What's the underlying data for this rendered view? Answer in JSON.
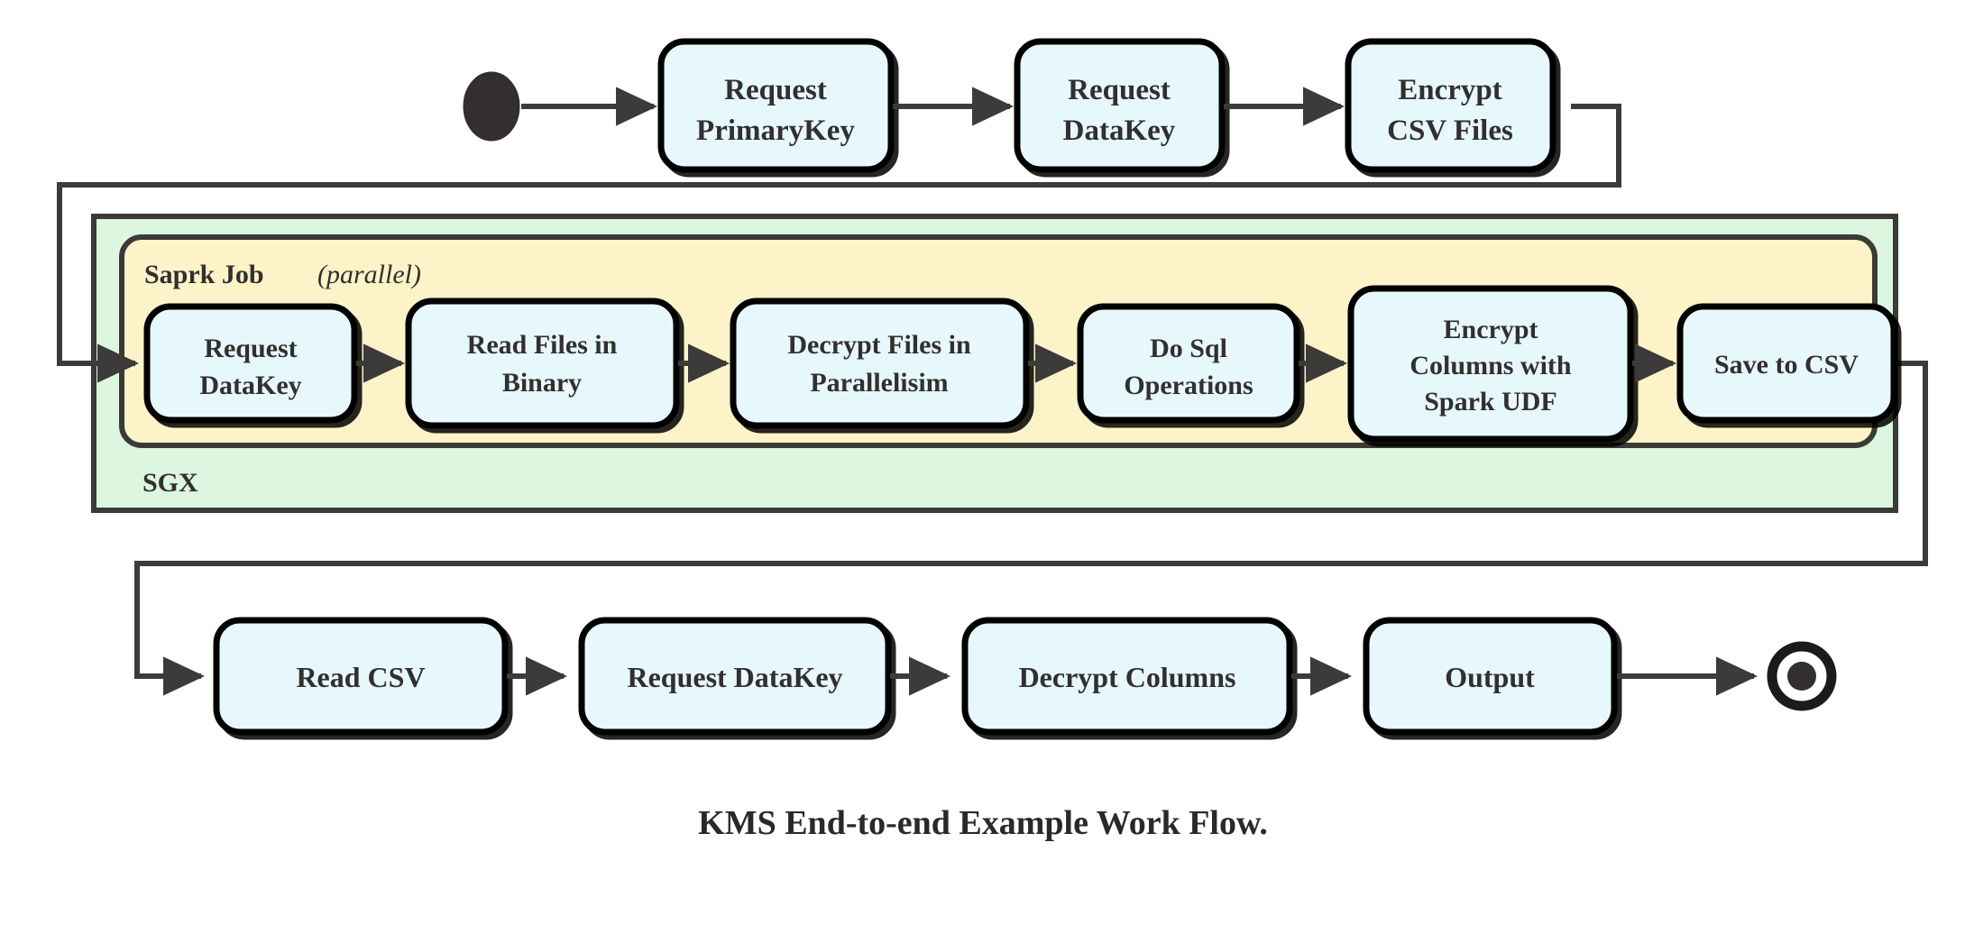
{
  "diagram": {
    "caption": "KMS End-to-end Example Work Flow.",
    "colors": {
      "node_fill": "#e6f8fc",
      "node_stroke": "#000000",
      "sgx_fill": "#dcf6e0",
      "sgx_stroke": "#3a3a36",
      "spark_fill": "#fcf3c8",
      "spark_stroke": "#3a3a36",
      "edge": "#3d3a3a",
      "text": "#332f2f"
    },
    "groups": [
      {
        "id": "sgx",
        "label": "SGX",
        "sublabel": ""
      },
      {
        "id": "spark",
        "label": "Saprk Job",
        "sublabel": "(parallel)"
      }
    ],
    "terminals": {
      "start": "start-node",
      "end": "end-node"
    },
    "rows": {
      "top": {
        "nodes": [
          {
            "id": "request-primarykey",
            "lines": [
              "Request",
              "PrimaryKey"
            ]
          },
          {
            "id": "request-datakey-top",
            "lines": [
              "Request",
              "DataKey"
            ]
          },
          {
            "id": "encrypt-csv-files",
            "lines": [
              "Encrypt",
              "CSV Files"
            ]
          }
        ]
      },
      "middle": {
        "nodes": [
          {
            "id": "request-datakey-spark",
            "lines": [
              "Request",
              "DataKey"
            ]
          },
          {
            "id": "read-files-in-binary",
            "lines": [
              "Read Files in",
              "Binary"
            ]
          },
          {
            "id": "decrypt-files",
            "lines": [
              "Decrypt Files in",
              "Parallelisim"
            ]
          },
          {
            "id": "do-sql-operations",
            "lines": [
              "Do Sql",
              "Operations"
            ]
          },
          {
            "id": "encrypt-columns-udf",
            "lines": [
              "Encrypt",
              "Columns with",
              "Spark UDF"
            ]
          },
          {
            "id": "save-to-csv",
            "lines": [
              "Save to CSV"
            ]
          }
        ]
      },
      "bottom": {
        "nodes": [
          {
            "id": "read-csv",
            "lines": [
              "Read CSV"
            ]
          },
          {
            "id": "request-datakey-bottom",
            "lines": [
              "Request DataKey"
            ]
          },
          {
            "id": "decrypt-columns",
            "lines": [
              "Decrypt Columns"
            ]
          },
          {
            "id": "output",
            "lines": [
              "Output"
            ]
          }
        ]
      }
    },
    "flow_sequence": [
      "start-node",
      "request-primarykey",
      "request-datakey-top",
      "encrypt-csv-files",
      "request-datakey-spark",
      "read-files-in-binary",
      "decrypt-files",
      "do-sql-operations",
      "encrypt-columns-udf",
      "save-to-csv",
      "read-csv",
      "request-datakey-bottom",
      "decrypt-columns",
      "output",
      "end-node"
    ]
  }
}
